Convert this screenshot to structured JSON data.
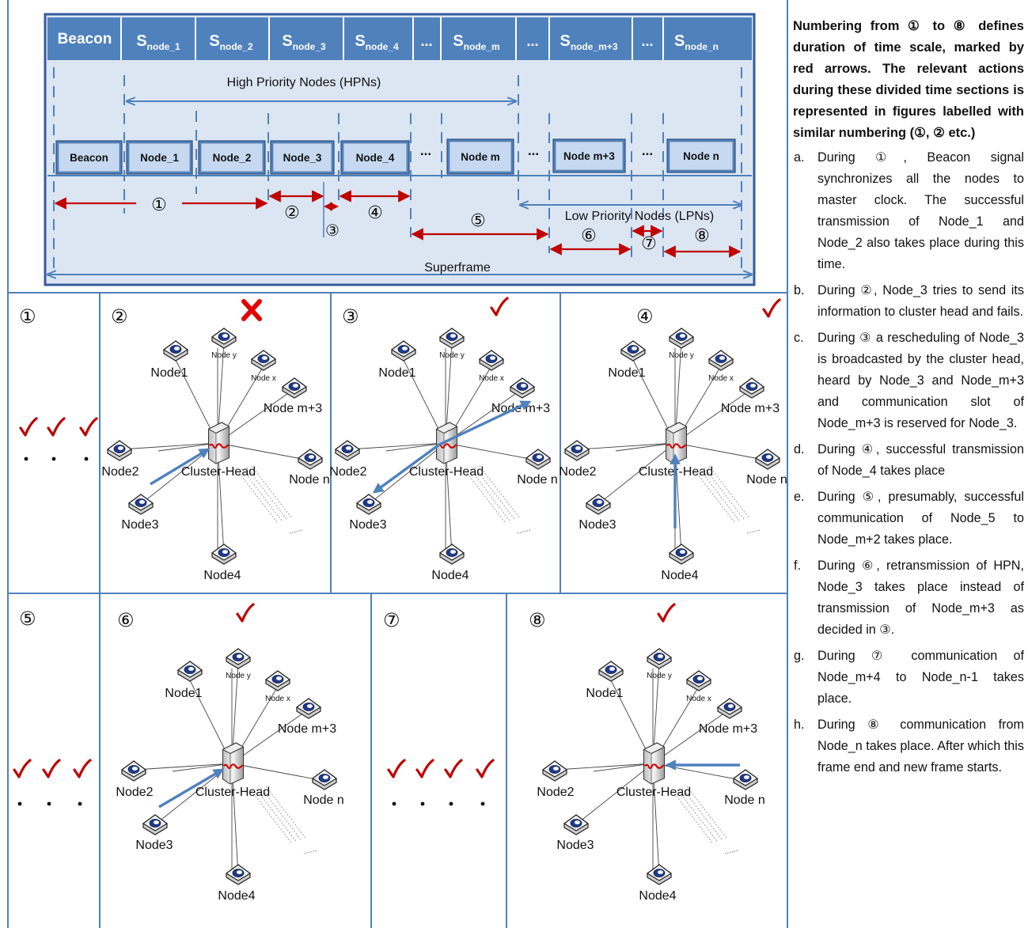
{
  "timeline": {
    "header": {
      "beacon": "Beacon",
      "slots": [
        {
          "base": "S",
          "sub": "node_1"
        },
        {
          "base": "S",
          "sub": "node_2"
        },
        {
          "base": "S",
          "sub": "node_3"
        },
        {
          "base": "S",
          "sub": "node_4"
        },
        {
          "base": "...",
          "sub": ""
        },
        {
          "base": "S",
          "sub": "node_m"
        },
        {
          "base": "...",
          "sub": ""
        },
        {
          "base": "S",
          "sub": "node_m+3"
        },
        {
          "base": "...",
          "sub": ""
        },
        {
          "base": "S",
          "sub": "node_n"
        }
      ]
    },
    "hpn_label": "High Priority Nodes (HPNs)",
    "lpn_label": "Low Priority Nodes (LPNs)",
    "superframe_label": "Superframe",
    "blocks": [
      "Beacon",
      "Node_1",
      "Node_2",
      "Node_3",
      "Node_4",
      "Node m",
      "Node m+3",
      "Node n"
    ],
    "ellipsis": "...",
    "interval_numbers": [
      "①",
      "②",
      "③",
      "④",
      "⑤",
      "⑥",
      "⑦",
      "⑧"
    ]
  },
  "panels": {
    "numbers": [
      "①",
      "②",
      "③",
      "④",
      "⑤",
      "⑥",
      "⑦",
      "⑧"
    ],
    "node_labels": {
      "node1": "Node1",
      "node2": "Node2",
      "node3": "Node3",
      "node4": "Node4",
      "nodey": "Node y",
      "nodex": "Node x",
      "nodem3": "Node m+3",
      "noden": "Node n",
      "cluster_head": "Cluster-Head"
    },
    "diagrams": [
      {
        "panel": "②",
        "status": "fail",
        "arrow": "node3-to-head"
      },
      {
        "panel": "③",
        "status": "success",
        "arrow": "head-to-node3-and-nodem3"
      },
      {
        "panel": "④",
        "status": "success",
        "arrow": "node4-to-head"
      },
      {
        "panel": "⑥",
        "status": "success",
        "arrow": "node3-to-head"
      },
      {
        "panel": "⑧",
        "status": "success",
        "arrow": "noden-to-head"
      }
    ],
    "summary_checks": {
      "panel1": 3,
      "panel5": 3,
      "panel7": 4
    },
    "check_color": "#c00000",
    "fail_color": "#e00000",
    "arrow_color": "#4f81bd"
  },
  "description": {
    "intro": "Numbering from ① to ⑧ defines duration of time scale, marked by red arrows. The relevant actions during these divided time sections is represented in figures labelled with similar numbering (①, ② etc.)",
    "items": [
      {
        "letter": "a.",
        "text": "During ①, Beacon signal synchronizes all the nodes to master clock. The successful transmission of Node_1 and Node_2 also takes place during this time."
      },
      {
        "letter": "b.",
        "text": "During ②, Node_3 tries to send its information to cluster head and fails."
      },
      {
        "letter": "c.",
        "text": "During ③ a rescheduling of Node_3 is broadcasted by the cluster head, heard by Node_3 and Node_m+3 and communication slot of Node_m+3 is reserved for Node_3."
      },
      {
        "letter": "d.",
        "text": "During ④, successful transmission of Node_4 takes place"
      },
      {
        "letter": "e.",
        "text": "During ⑤, presumably, successful communication of Node_5 to Node_m+2 takes place."
      },
      {
        "letter": "f.",
        "text": "During ⑥, retransmission of HPN, Node_3 takes place instead of transmission of Node_m+3 as decided in ③."
      },
      {
        "letter": "g.",
        "text": "During ⑦ communication of Node_m+4 to Node_n-1 takes place."
      },
      {
        "letter": "h.",
        "text": "During ⑧ communication from Node_n takes place. After which this frame end and new frame starts."
      }
    ]
  }
}
